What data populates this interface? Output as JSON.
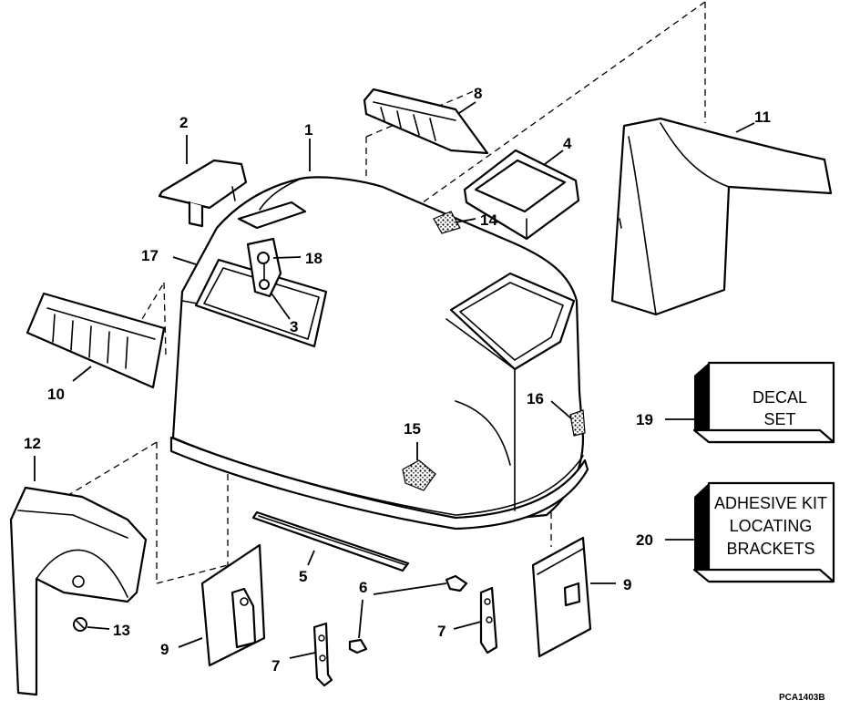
{
  "callouts": {
    "c1": "1",
    "c2": "2",
    "c3": "3",
    "c4": "4",
    "c5": "5",
    "c6": "6",
    "c7a": "7",
    "c7b": "7",
    "c8": "8",
    "c9a": "9",
    "c9b": "9",
    "c10": "10",
    "c11": "11",
    "c12": "12",
    "c13": "13",
    "c14": "14",
    "c15": "15",
    "c16": "16",
    "c17": "17",
    "c18": "18",
    "c19": "19",
    "c20": "20"
  },
  "boxes": {
    "decal_line1": "DECAL",
    "decal_line2": "SET",
    "kit_line1": "ADHESIVE KIT",
    "kit_line2": "LOCATING",
    "kit_line3": "BRACKETS"
  },
  "figure_code": "PCA1403B"
}
